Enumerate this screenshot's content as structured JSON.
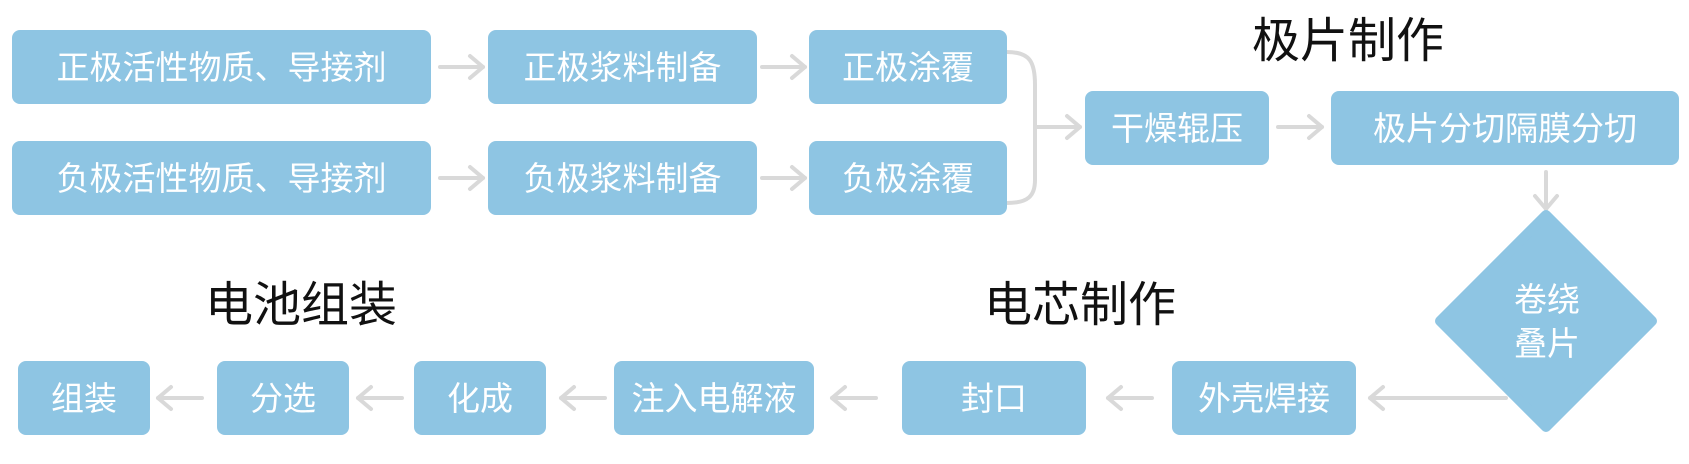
{
  "colors": {
    "box_fill": "#8ec5e3",
    "box_text": "#ffffff",
    "arrow": "#d9d9d9",
    "heading": "#111111"
  },
  "sections": {
    "electrode": "极片制作",
    "cell": "电芯制作",
    "assembly": "电池组装"
  },
  "steps": {
    "positive_material": "正极活性物质、导接剂",
    "positive_slurry": "正极浆料制备",
    "positive_coating": "正极涂覆",
    "negative_material": "负极活性物质、导接剂",
    "negative_slurry": "负极浆料制备",
    "negative_coating": "负极涂覆",
    "drying_rolling": "干燥辊压",
    "cutting": "极片分切隔膜分切",
    "winding_line1": "卷绕",
    "winding_line2": "叠片",
    "shell_welding": "外壳焊接",
    "sealing": "封口",
    "electrolyte": "注入电解液",
    "formation": "化成",
    "sorting": "分选",
    "assembly": "组装"
  }
}
